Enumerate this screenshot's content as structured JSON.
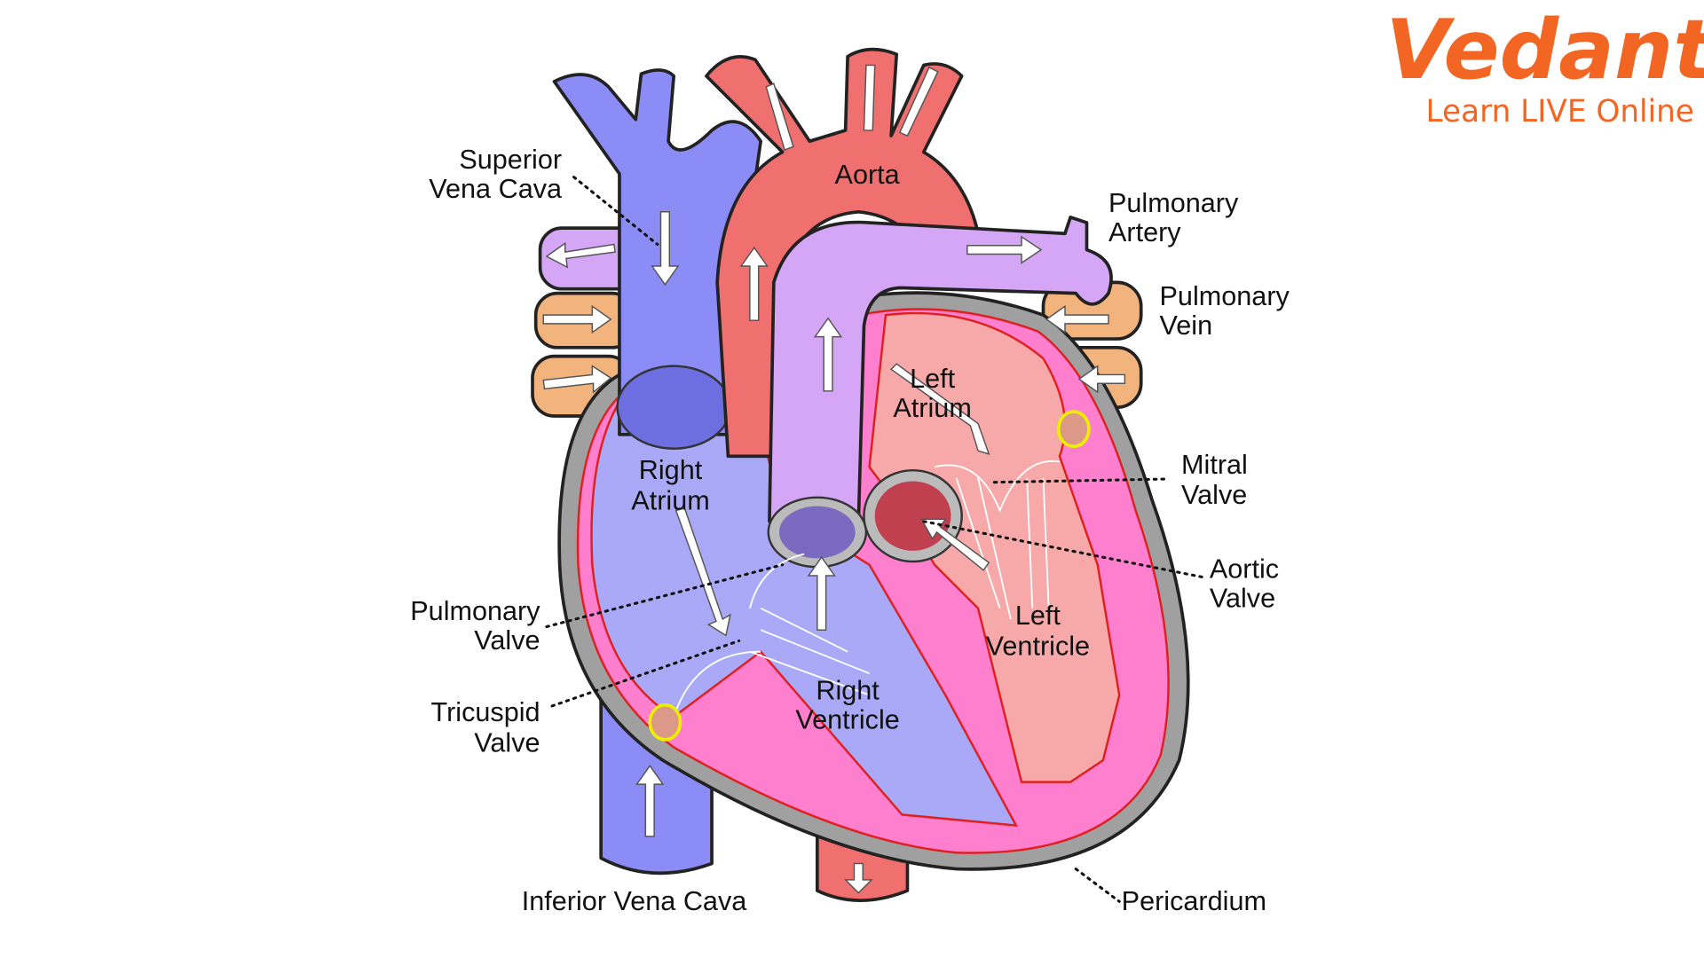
{
  "logo": {
    "brand": "Vedantu",
    "tagline": "Learn LIVE Online"
  },
  "colors": {
    "vein": "#8b8cf5",
    "aorta": "#f07070",
    "pulmonary_artery": "#d4a6f5",
    "pulmonary_vein": "#f2b37c",
    "ventricle": "#ff7fcf",
    "pericardium": "#a0a0a0",
    "brand": "#f26522"
  },
  "labels": {
    "superior_vena_cava": [
      "Superior",
      "Vena Cava"
    ],
    "aorta": [
      "Aorta"
    ],
    "pulmonary_artery": [
      "Pulmonary",
      "Artery"
    ],
    "pulmonary_vein": [
      "Pulmonary",
      "Vein"
    ],
    "left_atrium": [
      "Left",
      "Atrium"
    ],
    "right_atrium": [
      "Right",
      "Atrium"
    ],
    "mitral_valve": [
      "Mitral",
      "Valve"
    ],
    "aortic_valve": [
      "Aortic",
      "Valve"
    ],
    "pulmonary_valve": [
      "Pulmonary",
      "Valve"
    ],
    "left_ventricle": [
      "Left",
      "Ventricle"
    ],
    "right_ventricle": [
      "Right",
      "Ventricle"
    ],
    "tricuspid_valve": [
      "Tricuspid",
      "Valve"
    ],
    "inferior_vena_cava": [
      "Inferior Vena Cava"
    ],
    "pericardium": [
      "Pericardium"
    ]
  }
}
